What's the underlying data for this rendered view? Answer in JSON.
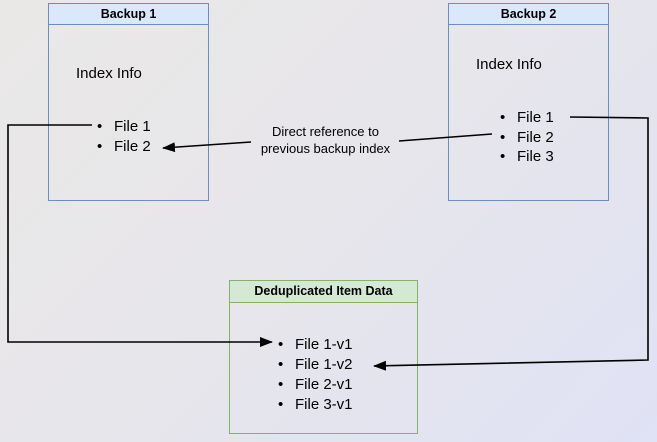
{
  "diagram": {
    "backup1": {
      "title": "Backup 1",
      "label": "Index Info",
      "items": [
        "File 1",
        "File 2"
      ]
    },
    "backup2": {
      "title": "Backup 2",
      "label": "Index Info",
      "items": [
        "File 1",
        "File 2",
        "File 3"
      ]
    },
    "dedup": {
      "title": "Deduplicated Item Data",
      "items": [
        "File 1-v1",
        "File 1-v2",
        "File 2-v1",
        "File 3-v1"
      ]
    },
    "edge_label": {
      "line1": "Direct reference to",
      "line2": "previous backup index"
    },
    "colors": {
      "backup_header_fill": "#dae8fc",
      "backup_border": "#6c8ebf",
      "dedup_header_fill": "#d5e8d4",
      "dedup_border": "#82b366",
      "connector": "#000000"
    }
  }
}
